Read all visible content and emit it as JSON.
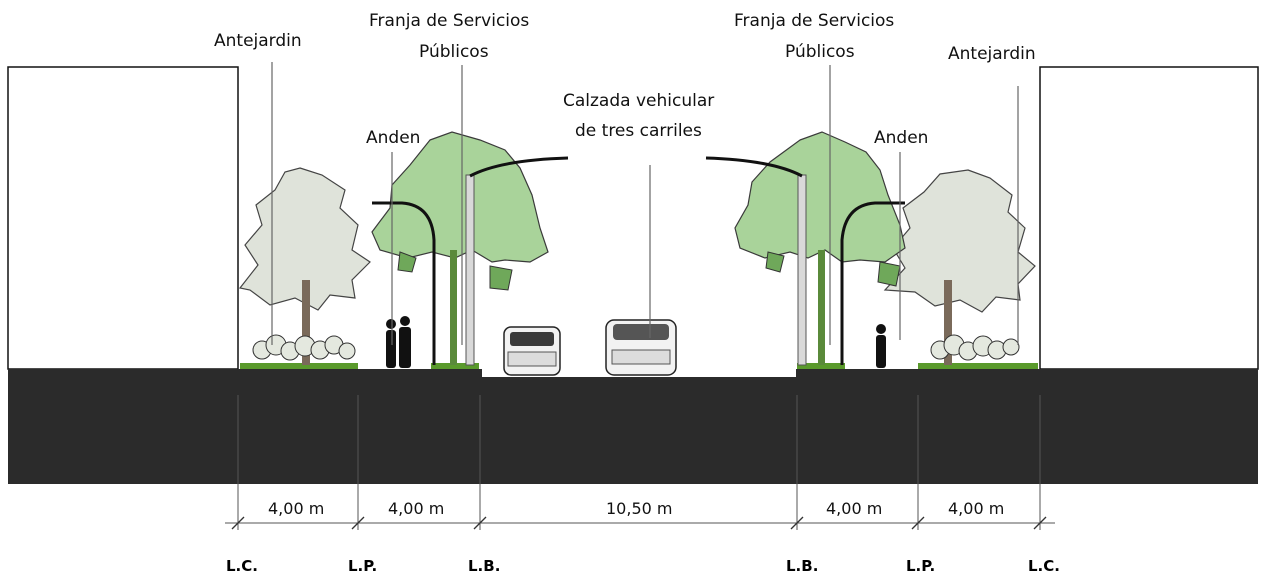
{
  "labels": {
    "antejardin_left": "Antejardin",
    "franja_left_1": "Franja de Servicios",
    "franja_left_2": "Públicos",
    "anden_left": "Anden",
    "calzada_1": "Calzada vehicular",
    "calzada_2": "de tres carriles",
    "franja_right_1": "Franja de Servicios",
    "franja_right_2": "Públicos",
    "anden_right": "Anden",
    "antejardin_right": "Antejardin"
  },
  "dimensions": {
    "antejardin_left": "4,00 m",
    "anden_left": "4,00 m",
    "calzada": "10,50 m",
    "anden_right": "4,00 m",
    "antejardin_right": "4,00 m"
  },
  "lines": {
    "lc_left": "L.C.",
    "lp_left": "L.P.",
    "lb_left": "L.B.",
    "lb_right": "L.B.",
    "lp_right": "L.P.",
    "lc_right": "L.C."
  },
  "colors": {
    "ground": "#2b2b2b",
    "grass": "#5a9a2c",
    "tree_green": "#a9d39a",
    "tree_grey": "#dfe3da",
    "outline": "#3a3a3a"
  }
}
